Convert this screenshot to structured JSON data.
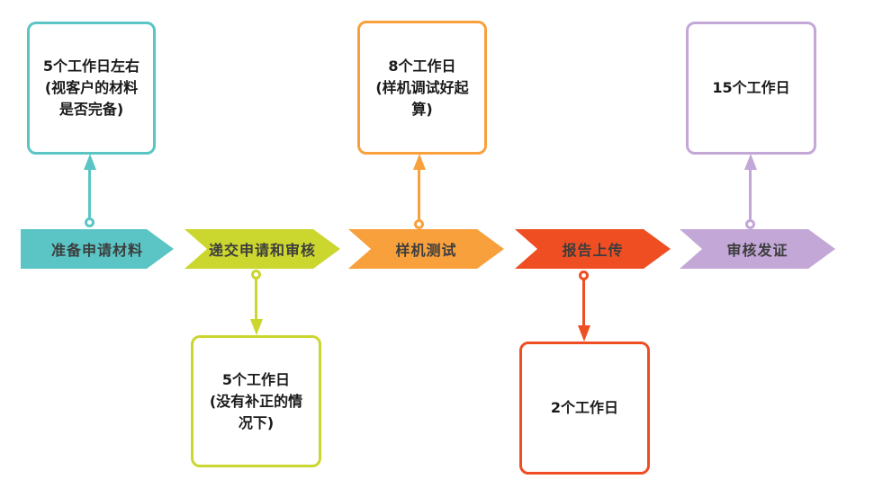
{
  "flow": {
    "chevron_text_color": "#3d3d3d",
    "note_text_color": "#1a1a1a",
    "background_color": "#ffffff",
    "steps": [
      {
        "label": "准备申请材料",
        "color": "#5BC5C6",
        "note": "5个工作日左右\n(视客户的材料\n是否完备)",
        "note_position": "above"
      },
      {
        "label": "递交申请和审核",
        "color": "#CBD62E",
        "note": "5个工作日\n(没有补正的情\n况下)",
        "note_position": "below"
      },
      {
        "label": "样机测试",
        "color": "#F8A03C",
        "note": "8个工作日\n(样机调试好起\n算)",
        "note_position": "above"
      },
      {
        "label": "报告上传",
        "color": "#EF4E23",
        "note": "2个工作日",
        "note_position": "below"
      },
      {
        "label": "审核发证",
        "color": "#C3A7D7",
        "note": "15个工作日",
        "note_position": "above"
      }
    ]
  }
}
